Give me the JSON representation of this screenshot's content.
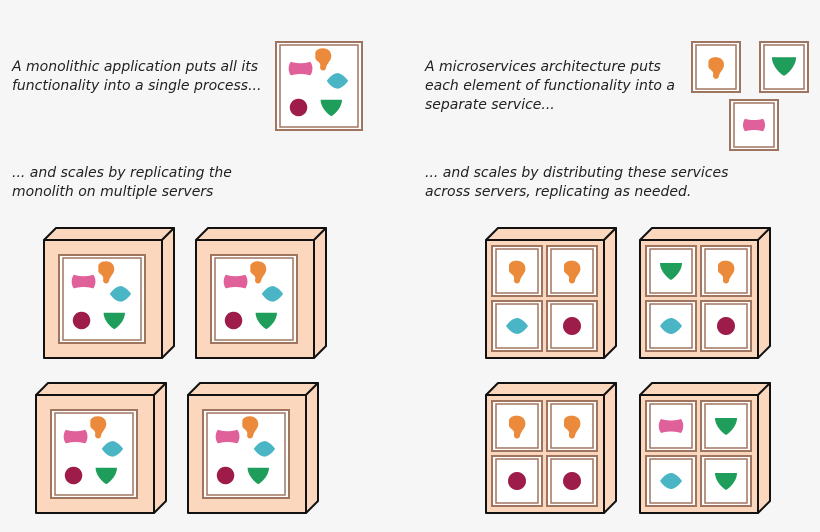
{
  "captions": {
    "monolith_intro": [
      "A monolithic application puts all its",
      "functionality into a single process..."
    ],
    "monolith_scale": [
      "... and scales by replicating the",
      "monolith on multiple servers"
    ],
    "micro_intro": [
      "A microservices architecture puts",
      "each element of functionality into a",
      "separate service..."
    ],
    "micro_scale": [
      "... and scales by distributing these services",
      "across servers, replicating as needed."
    ]
  },
  "colors": {
    "background": "#f6f6f6",
    "server_fill": "#fbd8bd",
    "outline": "#111111",
    "frame": "#a07560",
    "pink": "#e0609a",
    "orange": "#ec8a3c",
    "teal": "#4ab5c4",
    "maroon": "#9e1c4a",
    "green": "#1e9e5a"
  },
  "shape_names": {
    "pink": "pink-bowtie-shape",
    "orange": "orange-blob-shape",
    "teal": "teal-diamond-shape",
    "maroon": "maroon-circle-shape",
    "green": "green-triangle-shape"
  },
  "microservice_servers": [
    [
      "orange",
      "orange",
      "teal",
      "maroon"
    ],
    [
      "green",
      "orange",
      "teal",
      "maroon"
    ],
    [
      "orange",
      "orange",
      "maroon",
      "maroon"
    ],
    [
      "pink",
      "green",
      "teal",
      "green"
    ]
  ]
}
